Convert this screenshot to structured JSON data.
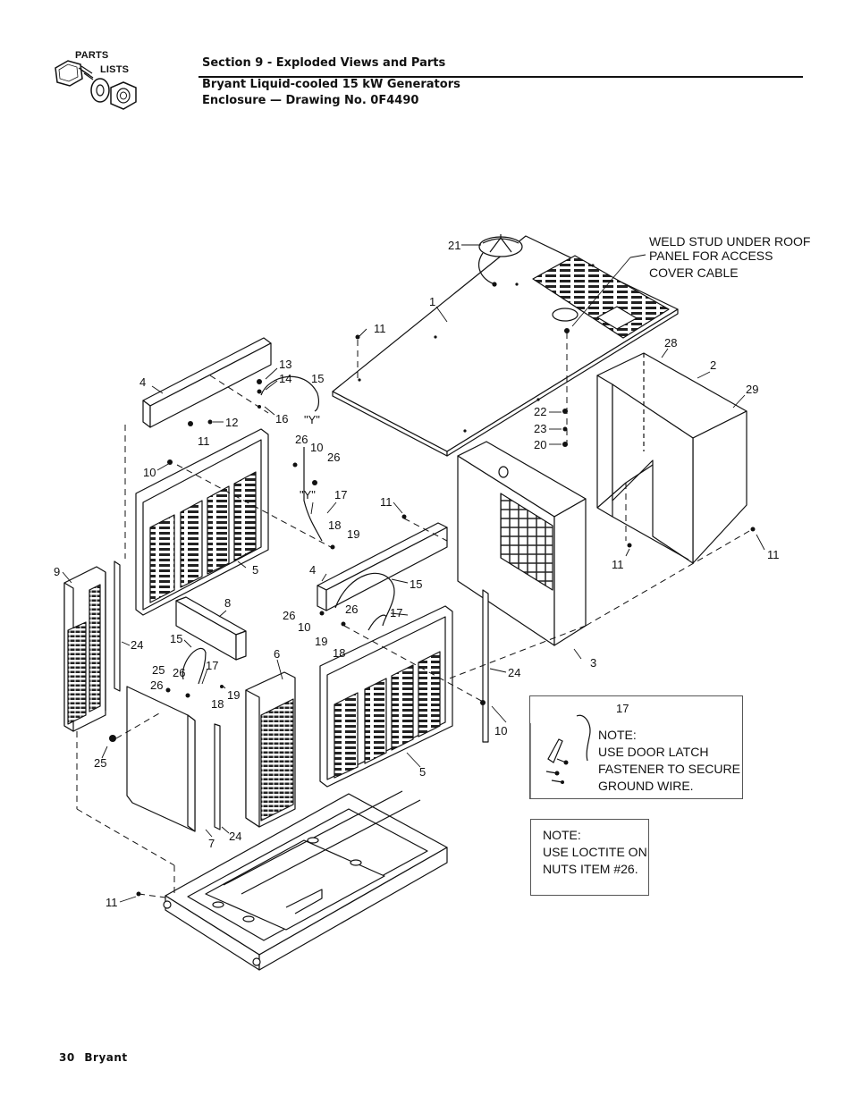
{
  "logo": {
    "line1": "PARTS",
    "line2": "LISTS"
  },
  "header": {
    "section": "Section 9 - Exploded Views and Parts",
    "subtitle1": "Bryant Liquid-cooled 15 kW Generators",
    "subtitle2": "Enclosure — Drawing No. 0F4490"
  },
  "callouts": {
    "weld_stud_1": "WELD STUD UNDER ROOF",
    "weld_stud_2": "PANEL FOR ACCESS",
    "weld_stud_3": "COVER CABLE"
  },
  "part_labels": {
    "p1": "1",
    "p2": "2",
    "p3": "3",
    "p4a": "4",
    "p4b": "4",
    "p5a": "5",
    "p5b": "5",
    "p6": "6",
    "p7": "7",
    "p8": "8",
    "p9": "9",
    "p10a": "10",
    "p10b": "10",
    "p10c": "10",
    "p10d": "10",
    "p11a": "11",
    "p11b": "11",
    "p11c": "11",
    "p11d": "11",
    "p11e": "11",
    "p11f": "11",
    "p12": "12",
    "p13": "13",
    "p14": "14",
    "p15a": "15",
    "p15b": "15",
    "p15c": "15",
    "p16": "16",
    "p17a": "17",
    "p17b": "17",
    "p17c": "17",
    "p17d": "17",
    "p18a": "18",
    "p18b": "18",
    "p18c": "18",
    "p19a": "19",
    "p19b": "19",
    "p19c": "19",
    "p20": "20",
    "p21": "21",
    "p22": "22",
    "p23": "23",
    "p24a": "24",
    "p24b": "24",
    "p24c": "24",
    "p25a": "25",
    "p25b": "25",
    "p26a": "26",
    "p26b": "26",
    "p26c": "26",
    "p26d": "26",
    "p26e": "26",
    "p28": "28",
    "p29": "29",
    "y1": "\"Y\"",
    "y2": "\"Y\""
  },
  "note_door_latch": {
    "item": "17",
    "line1": "NOTE:",
    "line2": "USE DOOR LATCH",
    "line3": "FASTENER TO SECURE",
    "line4": "GROUND WIRE."
  },
  "note_loctite": {
    "line1": "NOTE:",
    "line2": "USE LOCTITE ON",
    "line3": "NUTS ITEM #26."
  },
  "footer": {
    "page": "30",
    "brand": "Bryant"
  }
}
